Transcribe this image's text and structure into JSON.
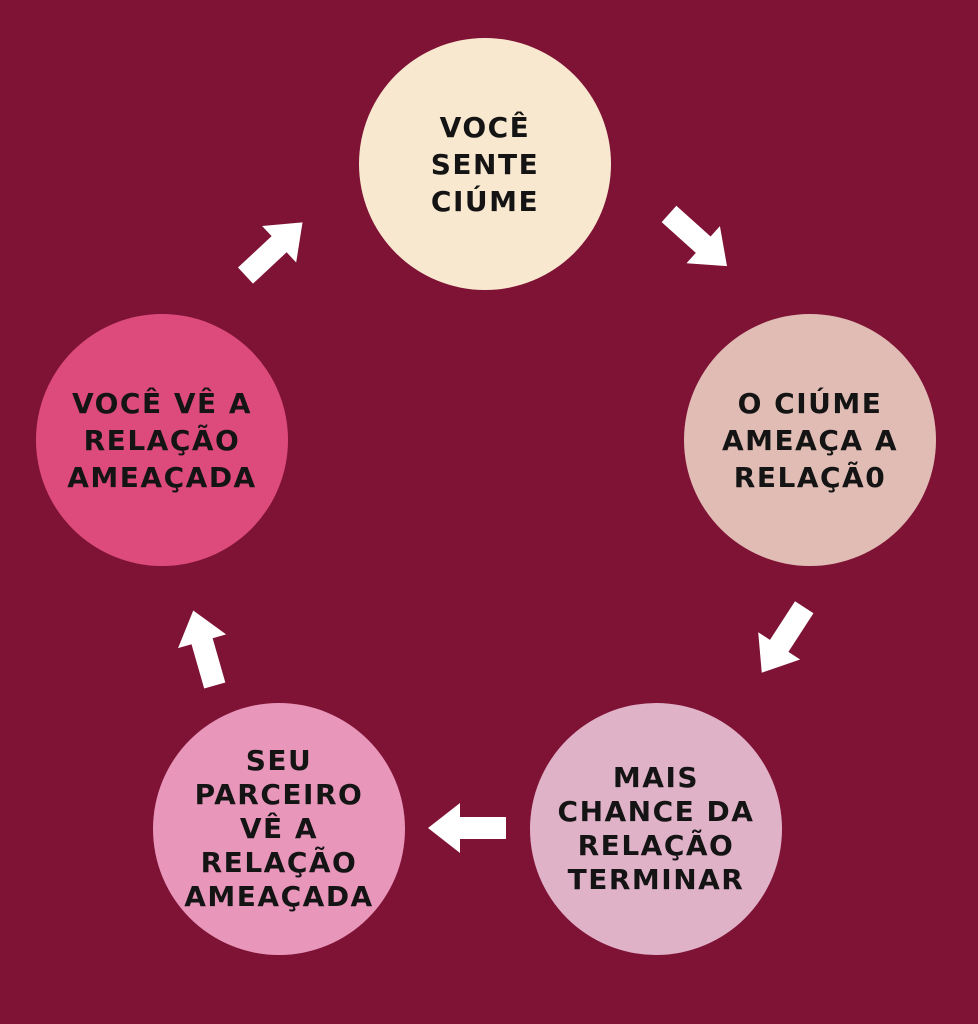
{
  "diagram": {
    "background_color": "#7f1335",
    "arrow_color": "#ffffff",
    "nodes": [
      {
        "label": "VOCÊ\nSENTE\nCIÚME",
        "color": "#f8e8cf"
      },
      {
        "label": "O CIÚME\nAMEAÇA A\nRELAÇÃ0",
        "color": "#e0bcb5"
      },
      {
        "label": "MAIS\nCHANCE DA\nRELAÇÃO\nTERMINAR",
        "color": "#e0b2c8"
      },
      {
        "label": "SEU\nPARCEIRO\nVÊ A\nRELAÇÃO\nAMEAÇADA",
        "color": "#e996bb"
      },
      {
        "label": "VOCÊ VÊ A\nRELAÇÃO\nAMEAÇADA",
        "color": "#dd4b7d"
      }
    ],
    "arrows": [
      {
        "from": 1,
        "to": 2,
        "icon": "arrow-right-down-icon"
      },
      {
        "from": 2,
        "to": 3,
        "icon": "arrow-left-down-icon"
      },
      {
        "from": 3,
        "to": 4,
        "icon": "arrow-left-icon"
      },
      {
        "from": 4,
        "to": 5,
        "icon": "arrow-up-icon"
      },
      {
        "from": 5,
        "to": 1,
        "icon": "arrow-right-up-icon"
      }
    ]
  }
}
